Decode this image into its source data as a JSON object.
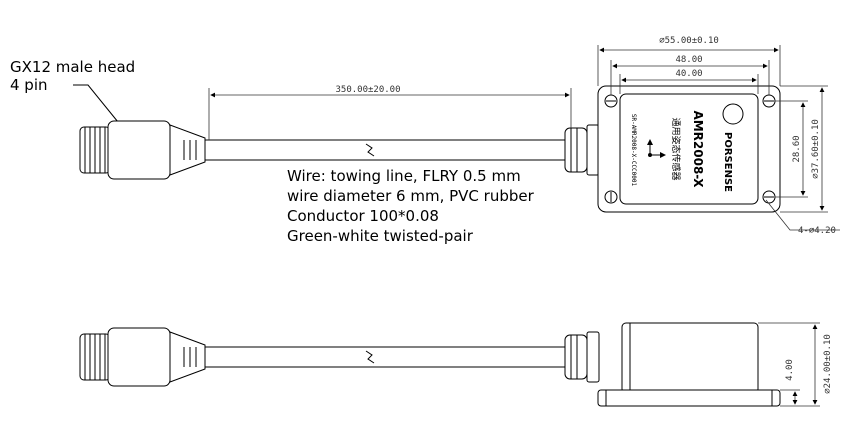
{
  "connector_label": {
    "line1": "GX12 male head",
    "line2": "4 pin"
  },
  "wire_note": [
    "Wire: towing line, FLRY 0.5 mm",
    "wire diameter 6 mm, PVC rubber",
    "Conductor 100*0.08",
    "Green-white twisted-pair"
  ],
  "dimensions": {
    "cable_length": "350.00±20.00",
    "overall_width": "⌀55.00±0.10",
    "hole_spacing_x": "48.00",
    "body_width": "40.00",
    "hole_spacing_y": "28.60",
    "overall_height": "⌀37.60±0.10",
    "holes": "4-⌀4.20",
    "base_thickness": "4.00",
    "total_thickness": "⌀24.00±0.10"
  },
  "sensor_label": {
    "model": "AMR2008-X",
    "chinese_name": "通用姿态传感器",
    "brand": "PORSENSE",
    "serial": "SR-AMR2008-X-CCC0001"
  },
  "colors": {
    "line": "#000000",
    "dim": "#333333",
    "fill": "#ffffff",
    "shade": "#e8e8e8"
  }
}
